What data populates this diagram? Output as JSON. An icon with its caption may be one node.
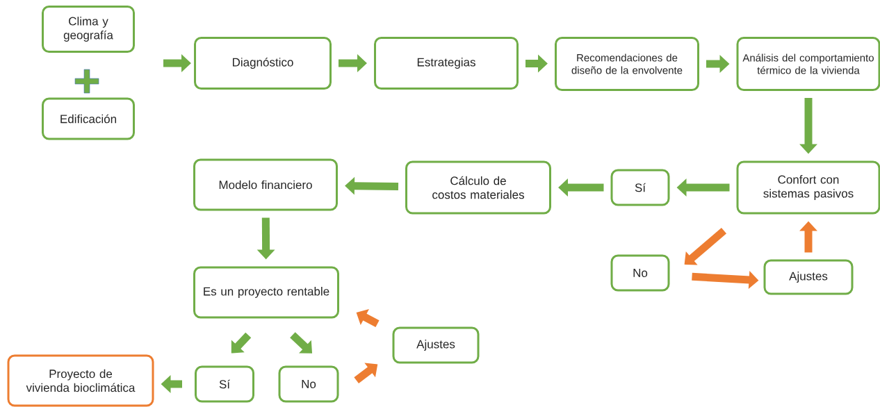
{
  "diagram": {
    "nodes": [
      {
        "text": [
          "Clima y geografía"
        ]
      },
      {
        "text": [
          "Edificación"
        ]
      },
      {
        "text": [
          "Diagnóstico"
        ]
      },
      {
        "text": [
          "Estrategias"
        ]
      },
      {
        "text": [
          "Recomendaciones de diseño de la envolvente"
        ]
      },
      {
        "text": [
          "Análisis del comportamiento térmico de la vivienda"
        ]
      },
      {
        "text": [
          "Confort con sistemas pasivos"
        ]
      },
      {
        "text": [
          "Sí"
        ]
      },
      {
        "text": [
          "Cálculo de costos materiales"
        ]
      },
      {
        "text": [
          "Modelo financiero"
        ]
      },
      {
        "text": [
          "No"
        ]
      },
      {
        "text": [
          "Ajustes"
        ]
      },
      {
        "text": [
          "Es un proyecto rentable"
        ]
      },
      {
        "text": [
          "Sí"
        ]
      },
      {
        "text": [
          "No"
        ]
      },
      {
        "text": [
          "Ajustes"
        ]
      },
      {
        "text": [
          "Proyecto de vivienda bioclimática"
        ]
      }
    ],
    "edges": [
      {
        "from": null,
        "to": 2,
        "arrow": "to"
      },
      {
        "from": 2,
        "to": 3,
        "arrow": "to"
      },
      {
        "from": 3,
        "to": 4,
        "arrow": "to"
      },
      {
        "from": 4,
        "to": 5,
        "arrow": "to"
      },
      {
        "from": 5,
        "to": 6,
        "arrow": "to"
      },
      {
        "from": 6,
        "to": 7,
        "arrow": "to"
      },
      {
        "from": 7,
        "to": 8,
        "arrow": "to"
      },
      {
        "from": 8,
        "to": 9,
        "arrow": "to"
      },
      {
        "from": 9,
        "to": 12,
        "arrow": "to"
      },
      {
        "from": 6,
        "to": 10,
        "arrow": "to",
        "color": "#ed7d31"
      },
      {
        "from": 10,
        "to": 11,
        "arrow": "to",
        "color": "#ed7d31"
      },
      {
        "from": 11,
        "to": 6,
        "arrow": "to",
        "color": "#ed7d31"
      },
      {
        "from": 12,
        "to": 13,
        "arrow": "to"
      },
      {
        "from": 12,
        "to": 14,
        "arrow": "to"
      },
      {
        "from": 13,
        "to": 16,
        "arrow": "to"
      },
      {
        "from": 14,
        "to": 15,
        "arrow": "to",
        "color": "#ed7d31"
      },
      {
        "from": 15,
        "to": 12,
        "arrow": "to",
        "color": "#ed7d31"
      }
    ]
  }
}
